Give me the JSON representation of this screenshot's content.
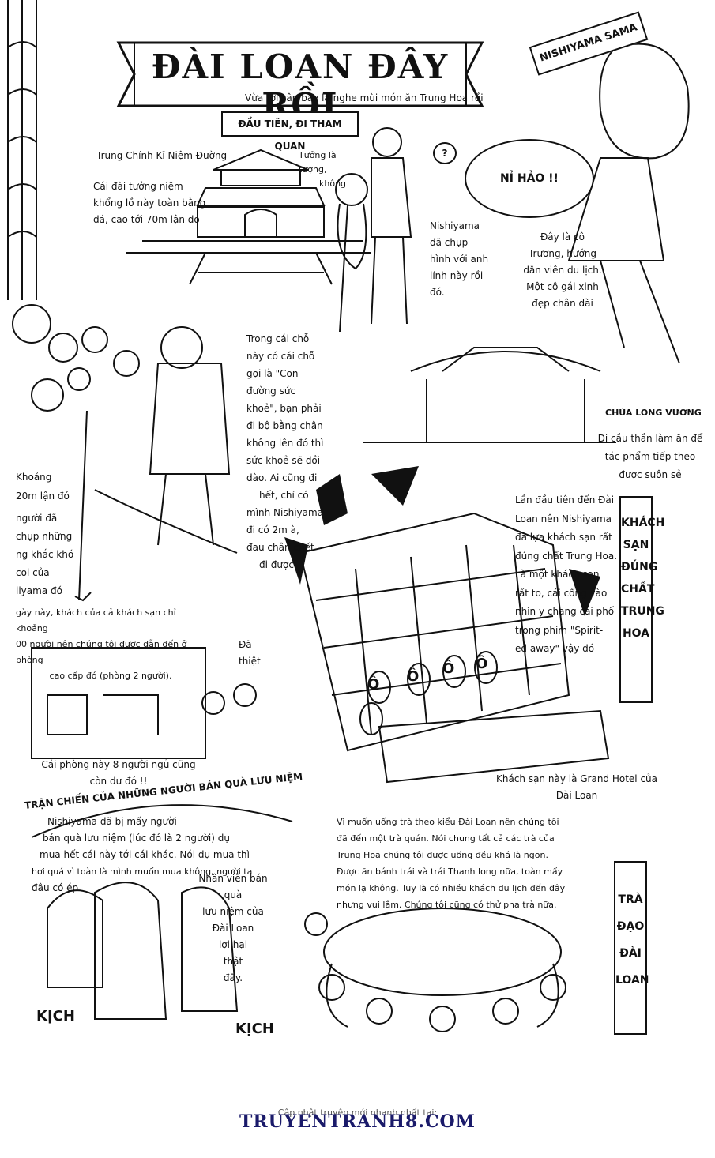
{
  "title": "ĐÀI LOAN ĐÂY RỒI",
  "sign": "NISHIYAMA SAMA",
  "intro": "Vừa tới sân bay là nghe mùi món ăn Trung Hoa rồi",
  "section_sightseeing": "ĐẦU TIÊN, ĐI THAM QUAN",
  "memorial": {
    "name": "Trung Chính Kỉ Niệm Đường",
    "desc": [
      "Cái đài tưởng niệm",
      "khổng lồ này toàn bằng",
      "đá, cao tới 70m lận đó"
    ]
  },
  "statue_note": [
    "Tưởng là tượng,",
    "không"
  ],
  "question_bubble": "?",
  "greeting_bubble": "NỈ HẢO !!",
  "soldier_note": [
    "Nishiyama",
    "đã chụp",
    "hình với anh",
    "lính này rồi",
    "đó."
  ],
  "guide_note": [
    "Đây là cô",
    "Trương, hướng",
    "dẫn viên du lịch.",
    "Một cô gái xinh",
    "đẹp chân dài"
  ],
  "health_path": [
    "Trong cái chỗ",
    "này có cái chỗ",
    "gọi là \"Con",
    "đường sức",
    "khoẻ\", bạn phải",
    "đi bộ bằng chân",
    "không lên đó thì",
    "sức khoẻ sẽ dồi",
    "dào. Ai cũng đi",
    "hết, chỉ có",
    "mình Nishiyama",
    "đi có 2m à,",
    "đau chân chết",
    "đi được"
  ],
  "temple": {
    "name": "CHÙA LONG VƯƠNG",
    "desc": [
      "Đi cầu thần làm ăn để",
      "tác phẩm tiếp theo",
      "được suôn sẻ"
    ]
  },
  "height_note": [
    "Khoảng",
    "20m lận đó"
  ],
  "left_partial": [
    "người đã",
    "chụp những",
    "ng khắc khó",
    "coi của",
    "iiyama đó"
  ],
  "room_note": [
    "gày này, khách của cả khách sạn chỉ khoảng",
    "00 người nên chúng tôi được dẫn đến ở phòng",
    "cao cấp đó (phòng 2 người)."
  ],
  "hotel_box": [
    "KHÁCH",
    "SẠN",
    "ĐÚNG",
    "CHẤT",
    "TRUNG",
    "HOA"
  ],
  "hotel_desc": [
    "Lần đầu tiên đến Đài",
    "Loan nên Nishiyama",
    "đã lựa khách sạn rất",
    "đúng chất Trung Hoa.",
    "Là một khách sạn",
    "rất to, cái cổng vào",
    "nhìn y chang cái phố",
    "trong phim \"Spirit-",
    "ed away\" vậy đó"
  ],
  "surprised_note": [
    "Đã",
    "thiệt"
  ],
  "room_caption": [
    "Cái phòng này 8 người ngủ cũng",
    "còn dư đó !!"
  ],
  "hotel_caption": [
    "Khách sạn này là Grand Hotel của",
    "Đài Loan"
  ],
  "hotel_sfx": "Ô",
  "battle_title": "TRẬN CHIẾN CỦA NHỮNG NGƯỜI BÁN QUÀ LƯU NIỆM",
  "battle_desc": [
    "Nishiyama đã bị mấy người",
    "bán quà lưu niệm (lúc đó là 2 người) dụ",
    "mua hết cái này tới cái khác. Nói dụ mua thì",
    "hơi quá vì toàn là mình muốn mua không, người ta",
    "đâu có ép."
  ],
  "seller_note": [
    "Nhân viên bán quà",
    "lưu niệm của",
    "Đài Loan",
    "lợi hại",
    "thật",
    "đấy."
  ],
  "sfx_left": "KỊCH",
  "sfx_right": "KỊCH",
  "tea_desc": [
    "Vì muốn uống trà theo kiểu Đài Loan nên chúng tôi",
    "đã đến một trà quán. Nói chung tất cả các trà của",
    "Trung Hoa chúng tôi được uống đều khá là ngon.",
    "Được ăn bánh trái và trái Thanh long nữa, toàn mấy",
    "món lạ không. Tuy là có nhiều khách du lịch đến đây",
    "nhưng vui lắm. Chúng tôi cũng có thử pha trà nữa."
  ],
  "tea_box": [
    "TRÀ",
    "ĐẠO",
    "ĐÀI",
    "LOAN"
  ],
  "footer": {
    "small": "Cập nhật truyện mới nhanh nhất tại:",
    "site": "TRUYENTRANH8.COM"
  }
}
